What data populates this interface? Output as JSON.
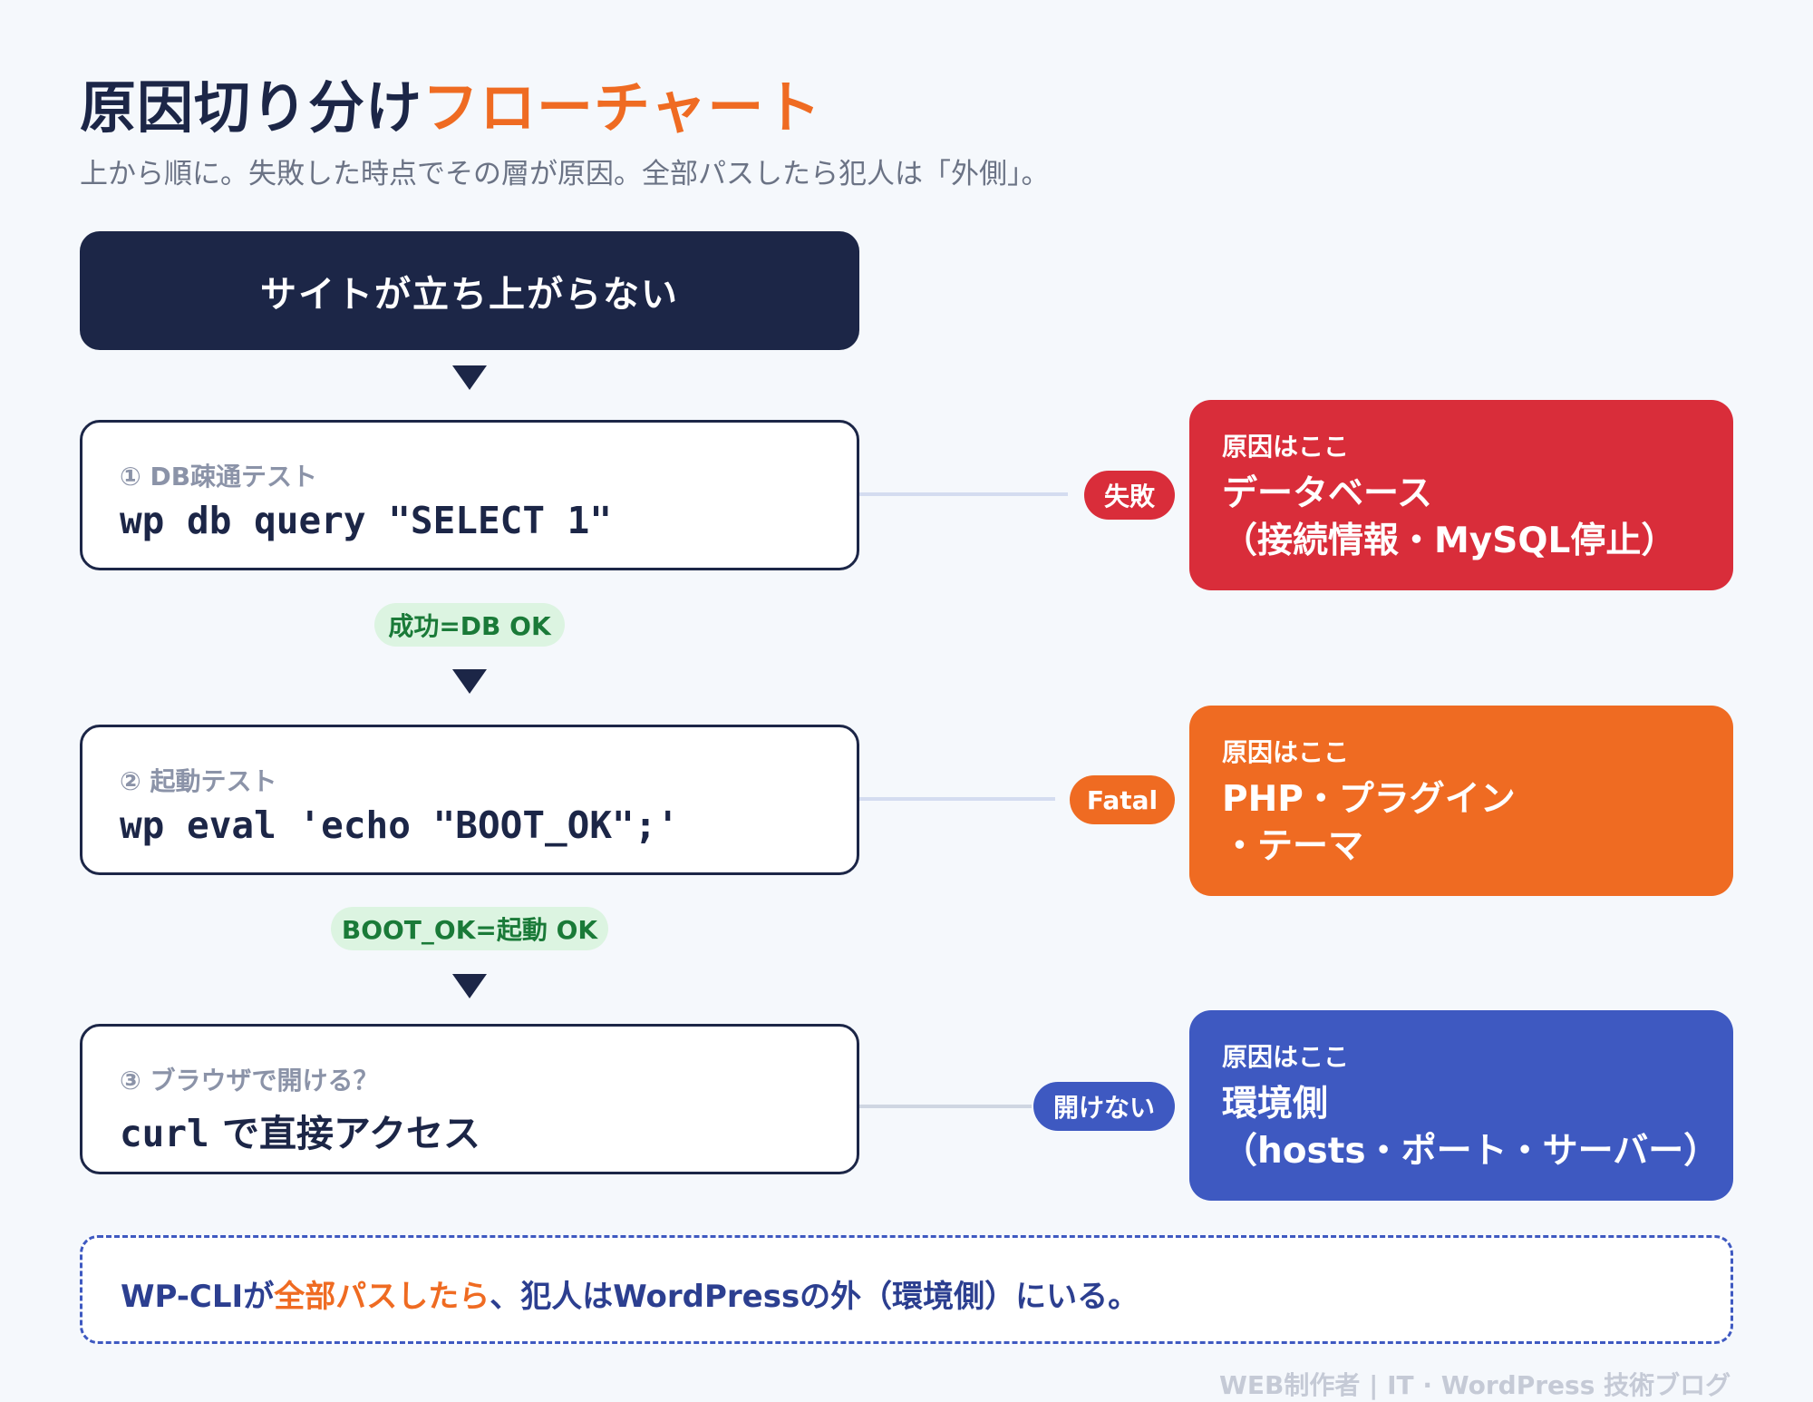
{
  "header": {
    "title_main": "原因切り分け",
    "title_accent": "フローチャート",
    "subtitle": "上から順に。失敗した時点でその層が原因。全部パスしたら犯人は「外側」。"
  },
  "start": {
    "label": "サイトが立ち上がらない"
  },
  "steps": [
    {
      "label": "① DB疎通テスト",
      "command": "wp db query \"SELECT 1\""
    },
    {
      "label": "② 起動テスト",
      "command": "wp eval 'echo \"BOOT_OK\";'"
    },
    {
      "label": "③ ブラウザで開ける？",
      "command": "curl",
      "command_suffix": " で直接アクセス"
    }
  ],
  "pass_labels": [
    "成功=DB OK",
    "BOOT_OK=起動 OK"
  ],
  "fail_labels": [
    "失敗",
    "Fatal",
    "開けない"
  ],
  "causes": [
    {
      "label": "原因はここ",
      "line1": "データベース",
      "line2": "（接続情報・MySQL停止）",
      "color": "#d92d3a"
    },
    {
      "label": "原因はここ",
      "line1": "PHP・プラグイン",
      "line2": "・テーマ",
      "color": "#ef6b22"
    },
    {
      "label": "原因はここ",
      "line1": "環境側",
      "line2": "（hosts・ポート・サーバー）",
      "color": "#3e59c1"
    }
  ],
  "conclusion": {
    "prefix": "WP-CLIが",
    "accent": "全部パスしたら",
    "suffix": "、犯人はWordPressの外（環境側）にいる。"
  },
  "footer": {
    "text": "WEB制作者 | IT · WordPress 技術ブログ"
  },
  "colors": {
    "navy": "#1c2647",
    "accent_orange": "#ef6b22",
    "fail_red": "#d92d3a",
    "env_blue": "#3e59c1",
    "pass_green": "#1a7a38"
  }
}
